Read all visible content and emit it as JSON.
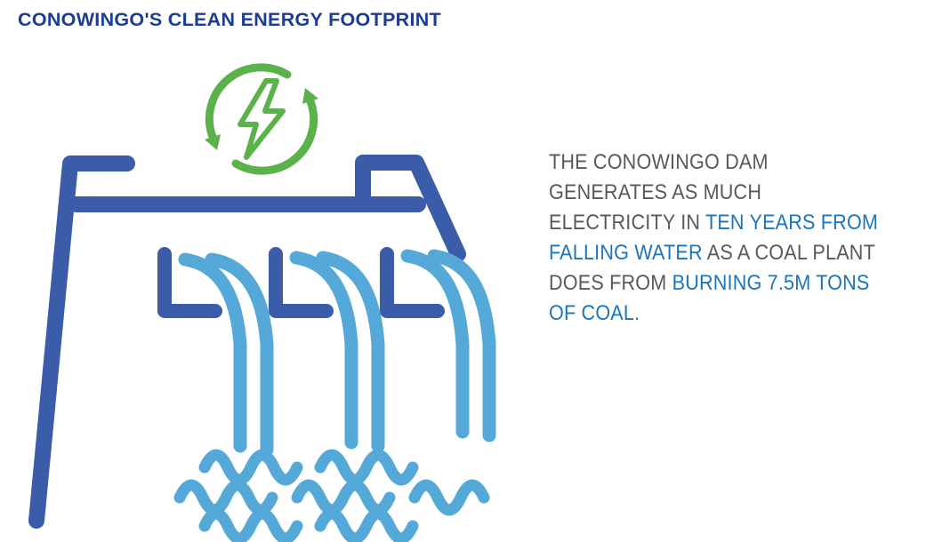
{
  "title": "CONOWINGO'S CLEAN ENERGY FOOTPRINT",
  "colors": {
    "title_blue": "#1d3d91",
    "dam_blue": "#3b5ca9",
    "water_blue": "#55a9d8",
    "green": "#5cb24a",
    "text_gray": "#58595b",
    "text_blue": "#1b75bc"
  },
  "icons": {
    "renewable_energy": "circular-arrows-with-lightning-bolt",
    "dam": "hydroelectric-dam-with-flowing-water"
  },
  "paragraph": {
    "lines": [
      [
        {
          "t": "THE CONOWINGO DAM",
          "c": "gray"
        }
      ],
      [
        {
          "t": "GENERATES AS MUCH",
          "c": "gray"
        }
      ],
      [
        {
          "t": "ELECTRICITY IN ",
          "c": "gray"
        },
        {
          "t": "TEN YEARS FROM",
          "c": "blue"
        }
      ],
      [
        {
          "t": "FALLING WATER",
          "c": "blue"
        },
        {
          "t": " AS A COAL PLANT",
          "c": "gray"
        }
      ],
      [
        {
          "t": "DOES FROM ",
          "c": "gray"
        },
        {
          "t": "BURNING 7.5M TONS",
          "c": "blue"
        }
      ],
      [
        {
          "t": "OF COAL.",
          "c": "blue"
        }
      ]
    ]
  }
}
